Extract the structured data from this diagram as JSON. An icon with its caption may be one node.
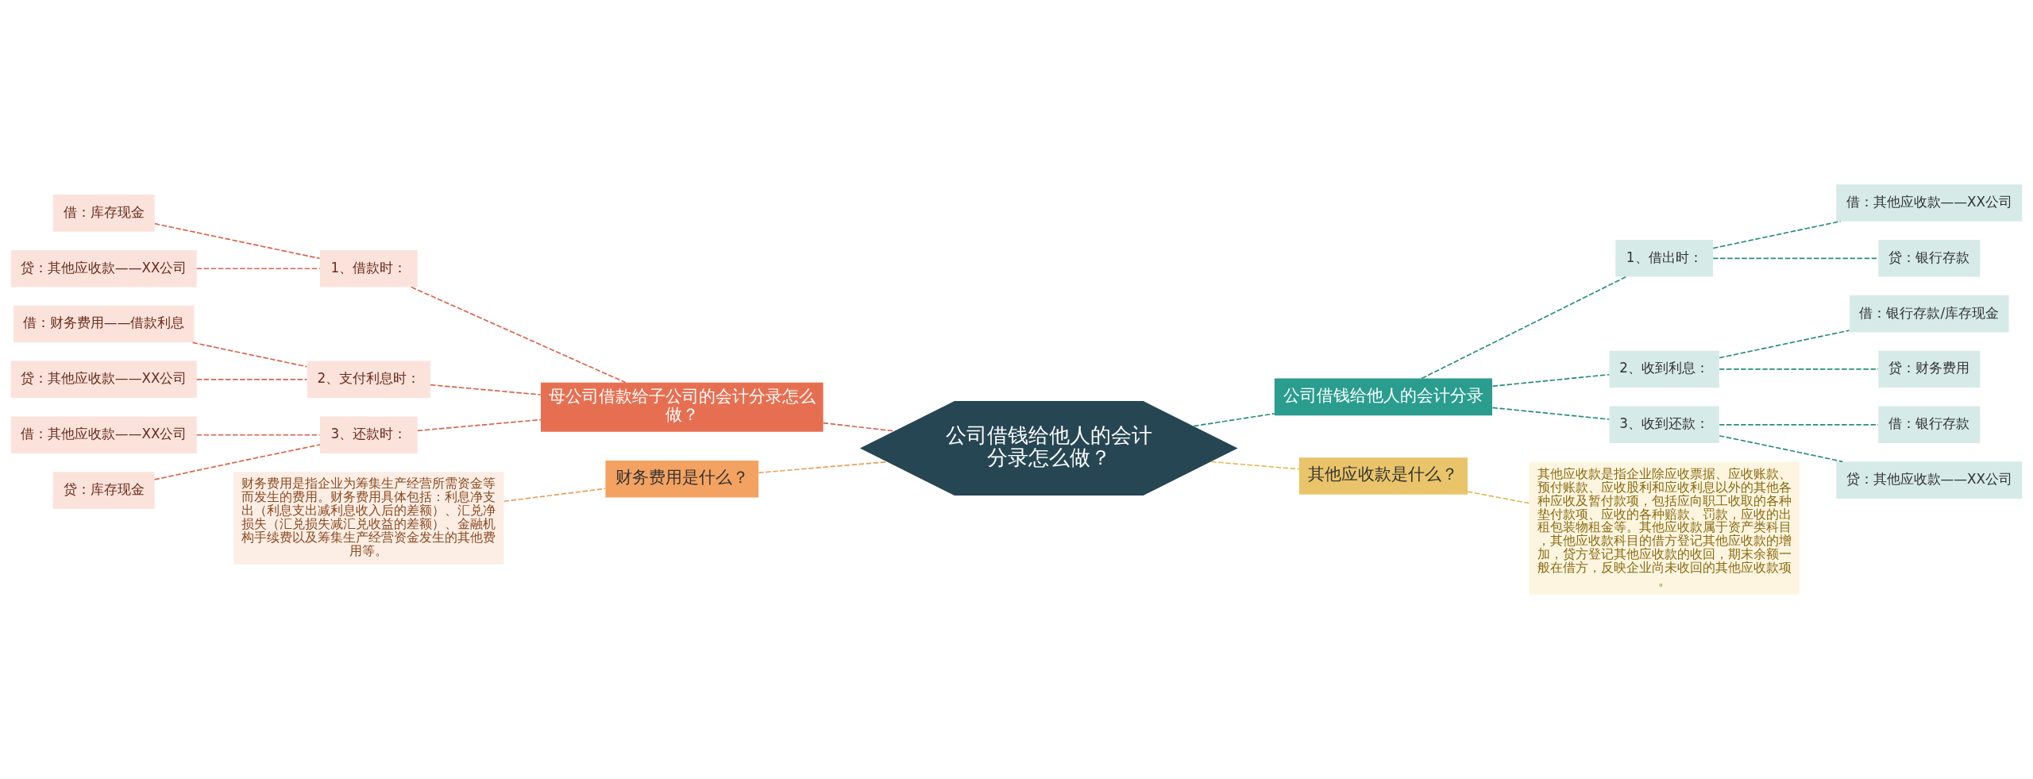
{
  "diagram": {
    "nodes": [
      {
        "text": [
          "公司借钱给他人的会计分录怎么做？"
        ]
      },
      {
        "text": [
          "公司借钱给他人的会计分录"
        ]
      },
      {
        "text": [
          "1、借出时："
        ]
      },
      {
        "text": [
          "借：其他应收款——XX公司"
        ]
      },
      {
        "text": [
          "贷：银行存款"
        ]
      },
      {
        "text": [
          "2、收到利息："
        ]
      },
      {
        "text": [
          "借：银行存款/库存现金"
        ]
      },
      {
        "text": [
          "贷：财务费用"
        ]
      },
      {
        "text": [
          "3、收到还款："
        ]
      },
      {
        "text": [
          "借：银行存款"
        ]
      },
      {
        "text": [
          "贷：其他应收款——XX公司"
        ]
      },
      {
        "text": [
          "其他应收款是什么？"
        ]
      },
      {
        "text": [
          "其他应收款是指企业除应收票据、应收账款、预付账款、应收股利和应收利息以外的其他各种应收及暂付款项，包括应向职工收取的各种垫付款项、应收的各种赔款、罚款，应收的出租包装物租金等。其他应收款属于资产类科目，其他应收款科目的借方登记其他应收款的增加，贷方登记其他应收款的收回，期末余额一般在借方，反映企业尚未收回的其他应收款项。"
        ]
      },
      {
        "text": [
          "母公司借款给子公司的会计分录怎么做？"
        ]
      },
      {
        "text": [
          "1、借款时："
        ]
      },
      {
        "text": [
          "借：库存现金"
        ]
      },
      {
        "text": [
          "贷：其他应收款——XX公司"
        ]
      },
      {
        "text": [
          "2、支付利息时："
        ]
      },
      {
        "text": [
          "借：财务费用——借款利息"
        ]
      },
      {
        "text": [
          "贷：其他应收款——XX公司"
        ]
      },
      {
        "text": [
          "3、还款时："
        ]
      },
      {
        "text": [
          "借：其他应收款——XX公司"
        ]
      },
      {
        "text": [
          "贷：库存现金"
        ]
      },
      {
        "text": [
          "财务费用是什么？"
        ]
      },
      {
        "text": [
          "财务费用是指企业为筹集生产经营所需资金等而发生的费用。财务费用具体包括：利息净支出（利息支出减利息收入后的差额）、汇兑净损失（汇兑损失减汇兑收益的差额）、金融机构手续费以及筹集生产经营资金发生的其他费用等。"
        ]
      }
    ],
    "edges": [
      {
        "from": 0,
        "to": 1,
        "arrow": "none",
        "style": "dashed",
        "color": "#2a8c7e"
      },
      {
        "from": 1,
        "to": 2,
        "arrow": "none",
        "style": "dashed",
        "color": "#2a8c7e"
      },
      {
        "from": 2,
        "to": 3,
        "arrow": "none",
        "style": "dashed",
        "color": "#2a8c7e"
      },
      {
        "from": 2,
        "to": 4,
        "arrow": "none",
        "style": "dashed",
        "color": "#2a8c7e"
      },
      {
        "from": 1,
        "to": 5,
        "arrow": "none",
        "style": "dashed",
        "color": "#2a8c7e"
      },
      {
        "from": 5,
        "to": 6,
        "arrow": "none",
        "style": "dashed",
        "color": "#2a8c7e"
      },
      {
        "from": 5,
        "to": 7,
        "arrow": "none",
        "style": "dashed",
        "color": "#2a8c7e"
      },
      {
        "from": 1,
        "to": 8,
        "arrow": "none",
        "style": "dashed",
        "color": "#2a8c7e"
      },
      {
        "from": 8,
        "to": 9,
        "arrow": "none",
        "style": "dashed",
        "color": "#2a8c7e"
      },
      {
        "from": 8,
        "to": 10,
        "arrow": "none",
        "style": "dashed",
        "color": "#2a8c7e"
      },
      {
        "from": 0,
        "to": 11,
        "arrow": "none",
        "style": "dashed",
        "color": "#e0bb55"
      },
      {
        "from": 11,
        "to": 12,
        "arrow": "none",
        "style": "dashed",
        "color": "#e0bb55"
      },
      {
        "from": 0,
        "to": 13,
        "arrow": "none",
        "style": "dashed",
        "color": "#d9634a"
      },
      {
        "from": 13,
        "to": 14,
        "arrow": "none",
        "style": "dashed",
        "color": "#d9634a"
      },
      {
        "from": 14,
        "to": 15,
        "arrow": "none",
        "style": "dashed",
        "color": "#d9634a"
      },
      {
        "from": 14,
        "to": 16,
        "arrow": "none",
        "style": "dashed",
        "color": "#d9634a"
      },
      {
        "from": 13,
        "to": 17,
        "arrow": "none",
        "style": "dashed",
        "color": "#d9634a"
      },
      {
        "from": 17,
        "to": 18,
        "arrow": "none",
        "style": "dashed",
        "color": "#d9634a"
      },
      {
        "from": 17,
        "to": 19,
        "arrow": "none",
        "style": "dashed",
        "color": "#d9634a"
      },
      {
        "from": 13,
        "to": 20,
        "arrow": "none",
        "style": "dashed",
        "color": "#d9634a"
      },
      {
        "from": 20,
        "to": 21,
        "arrow": "none",
        "style": "dashed",
        "color": "#d9634a"
      },
      {
        "from": 20,
        "to": 22,
        "arrow": "none",
        "style": "dashed",
        "color": "#d9634a"
      },
      {
        "from": 0,
        "to": 23,
        "arrow": "none",
        "style": "dashed",
        "color": "#e8a05a"
      },
      {
        "from": 23,
        "to": 24,
        "arrow": "none",
        "style": "dashed",
        "color": "#e8a05a"
      }
    ]
  }
}
